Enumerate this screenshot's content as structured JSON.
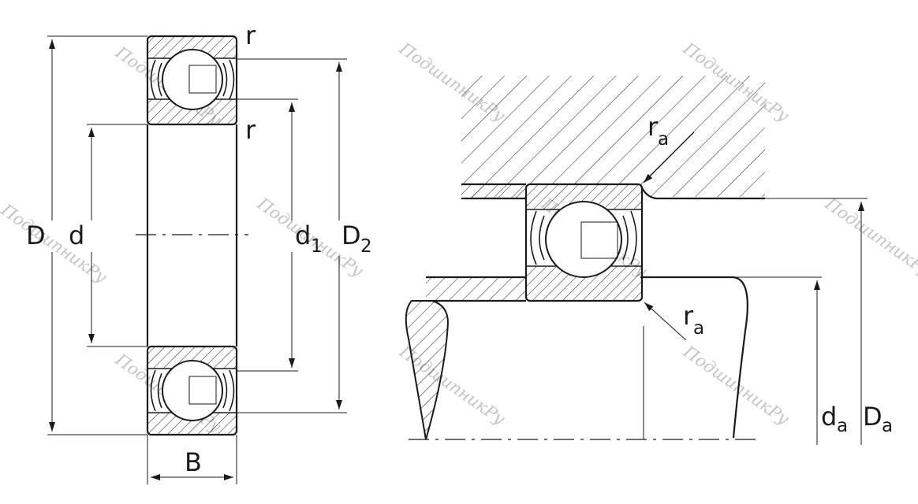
{
  "diagram": {
    "left_view": {
      "labels": {
        "D": "D",
        "d": "d",
        "d1_main": "d",
        "d1_sub": "1",
        "D2_main": "D",
        "D2_sub": "2",
        "B": "B",
        "r_top": "r",
        "r_bottom": "r"
      }
    },
    "right_view": {
      "labels": {
        "ra_top_main": "r",
        "ra_top_sub": "a",
        "ra_bottom_main": "r",
        "ra_bottom_sub": "a",
        "da_main": "d",
        "da_sub": "a",
        "Da_main": "D",
        "Da_sub": "a"
      }
    },
    "watermark": "ПодшипникРу",
    "colors": {
      "line": "#1a1a1a",
      "watermark": "#c4c4c4",
      "background": "#ffffff"
    }
  }
}
